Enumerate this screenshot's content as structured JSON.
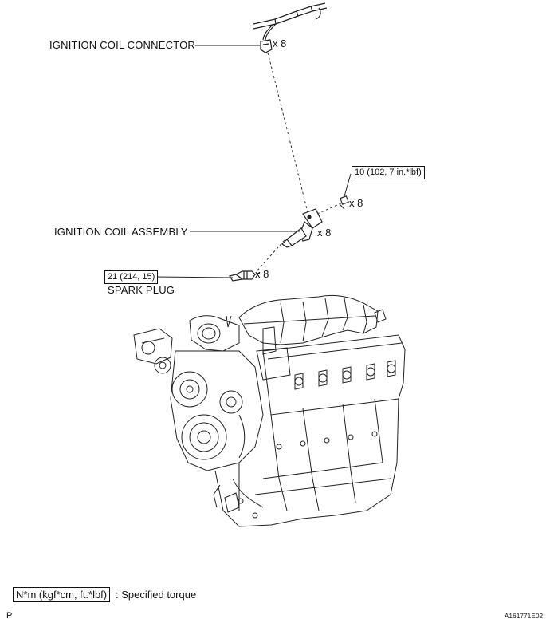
{
  "labels": {
    "ignition_coil_connector": "IGNITION COIL CONNECTOR",
    "ignition_coil_assembly": "IGNITION COIL ASSEMBLY",
    "spark_plug": "SPARK PLUG"
  },
  "quantities": {
    "connector": "x 8",
    "bolt": "x 8",
    "coil": "x 8",
    "plug": "x 8"
  },
  "torques": {
    "bolt": "10 (102, 7 in.*lbf)",
    "spark_plug": "21 (214, 15)"
  },
  "legend": {
    "box": "N*m (kgf*cm, ft.*lbf)",
    "text": ": Specified torque"
  },
  "footer": {
    "left": "P",
    "code": "A161771E02"
  }
}
